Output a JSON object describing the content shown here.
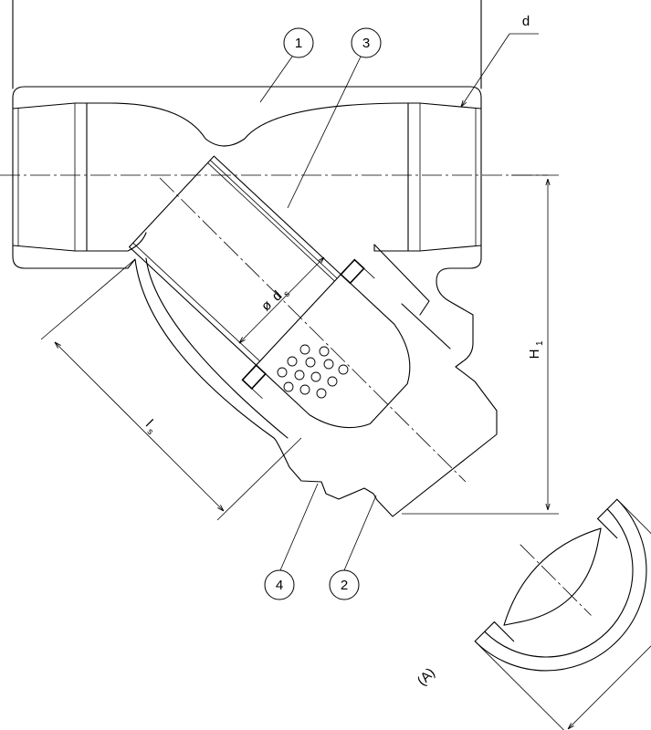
{
  "balloons": {
    "body": "1",
    "cap": "2",
    "screen": "3",
    "gasket": "4"
  },
  "labels": {
    "thread": "d",
    "screen_diameter_symbol": "ø",
    "screen_diameter_main": "d",
    "screen_diameter_sub": "s",
    "height_main": "H",
    "height_sub": "1",
    "length_main": "l",
    "length_sub": "s",
    "view": "(A)"
  }
}
